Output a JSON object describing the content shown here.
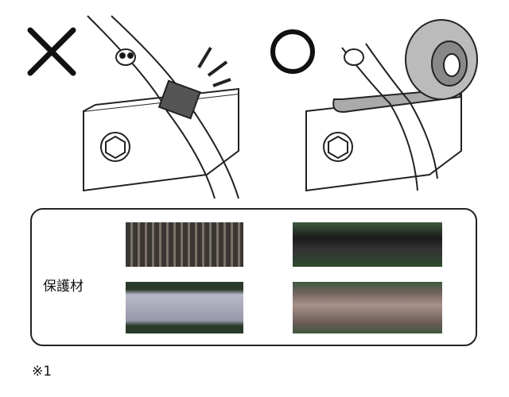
{
  "panel": {
    "label": "保護材"
  },
  "footnote": "※1",
  "marks": {
    "bad": "x-mark",
    "good": "o-mark"
  },
  "colors": {
    "line": "#222222",
    "tape": "#9a9aa6",
    "tube": "#7d6b66"
  }
}
